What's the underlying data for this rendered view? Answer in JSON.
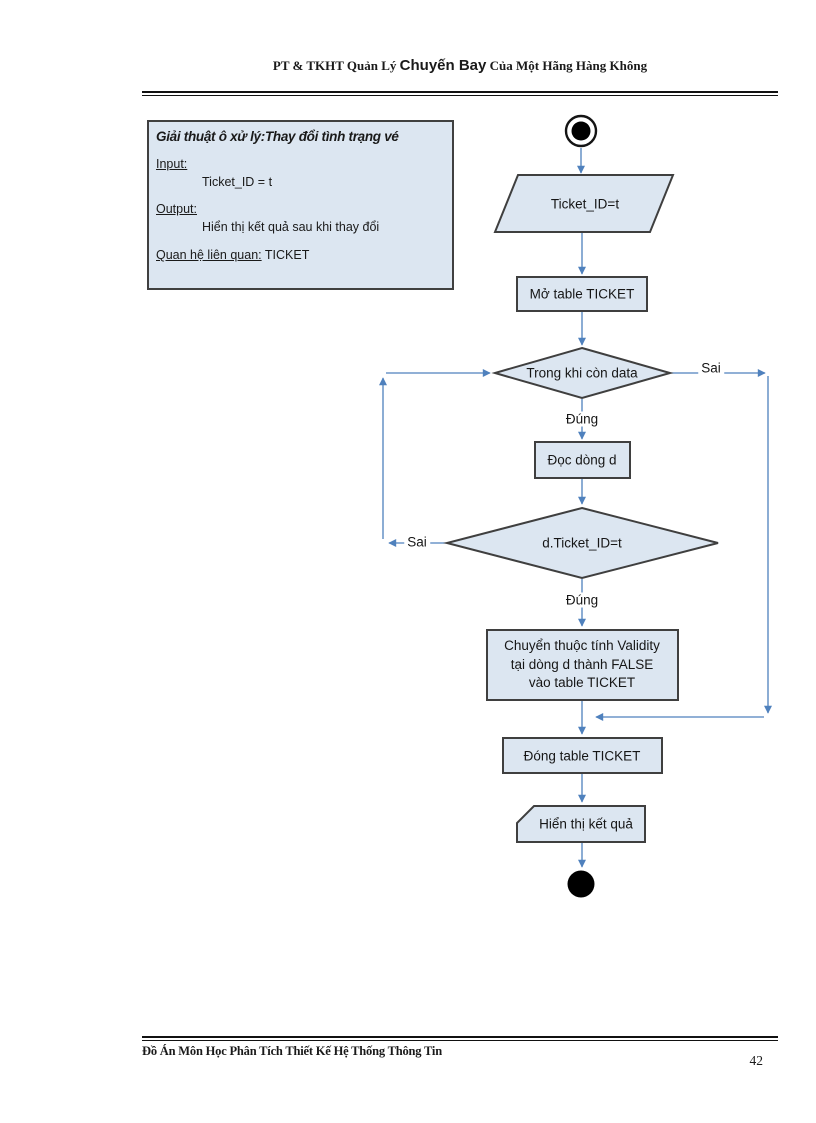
{
  "header": {
    "title_part1": "PT & TKHT  Quản Lý ",
    "title_part2": "Chuyến Bay",
    "title_part3": " Của Một Hãng Hàng Không"
  },
  "info_box": {
    "title": "Giải thuật ô xử lý:Thay đổi tình trạng vé",
    "input_label": "Input:",
    "input_value": "Ticket_ID = t",
    "output_label": "Output:",
    "output_value": "Hiển thị kết quả sau khi thay đổi",
    "relation_label": "Quan hệ liên quan:",
    "relation_value": " TICKET"
  },
  "flowchart": {
    "input_data": "Ticket_ID=t",
    "open_table": "Mở table TICKET",
    "loop_condition": "Trong khi còn data",
    "read_row": "Đọc dòng d",
    "match_condition": "d.Ticket_ID=t",
    "update_action": [
      "Chuyển thuộc tính Validity",
      "tại dòng d thành FALSE",
      "vào table TICKET"
    ],
    "close_table": "Đóng table TICKET",
    "display_result": "Hiển thị kết quả",
    "label_true": "Đúng",
    "label_false": "Sai"
  },
  "footer": {
    "project_title": "Đồ Án Môn Học Phân Tích Thiết Kế Hệ Thống Thông Tin",
    "page_number": "42"
  },
  "colors": {
    "shape_fill": "#dce6f1",
    "shape_border": "#3f3f3f",
    "connector": "#4f81bd",
    "text": "#1a1a1a"
  }
}
